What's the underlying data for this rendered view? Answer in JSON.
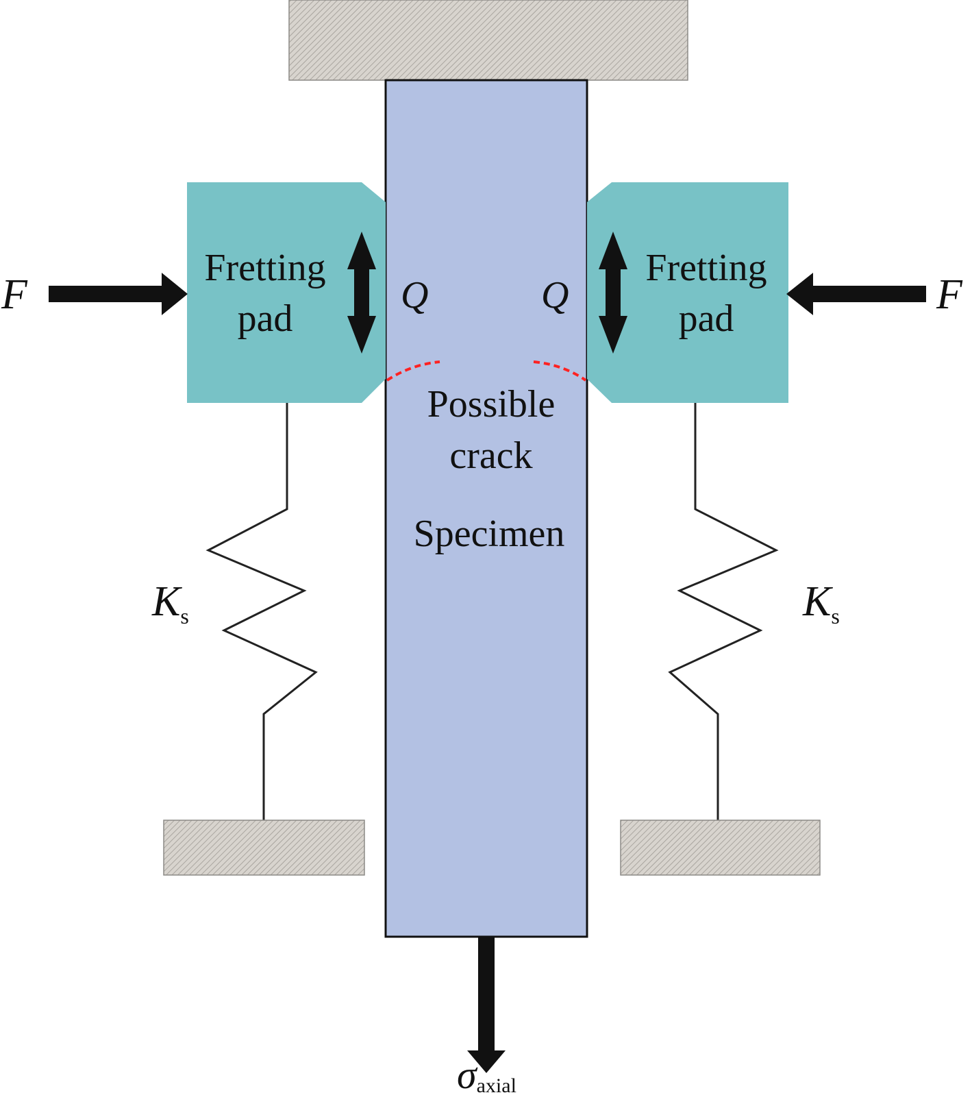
{
  "colors": {
    "specimen_fill": "#b3c1e3",
    "pad_fill": "#78c2c6",
    "ground_hatch": "#c9c5bf",
    "crack_line": "#ff2222",
    "arrow": "#111111"
  },
  "labels": {
    "pad_left_line1": "Fretting",
    "pad_left_line2": "pad",
    "pad_right_line1": "Fretting",
    "pad_right_line2": "pad",
    "force_left": "F",
    "force_right": "F",
    "tangential_left": "Q",
    "tangential_right": "Q",
    "crack_line1": "Possible",
    "crack_line2": "crack",
    "specimen": "Specimen",
    "spring_left_main": "K",
    "spring_left_sub": "s",
    "spring_right_main": "K",
    "spring_right_sub": "s",
    "stress_main": "σ",
    "stress_sub": "axial"
  },
  "icons": {
    "ground": "hatched-ground-block",
    "spring": "zigzag-spring",
    "force": "thick-arrow",
    "tangential": "double-headed-arrow"
  }
}
